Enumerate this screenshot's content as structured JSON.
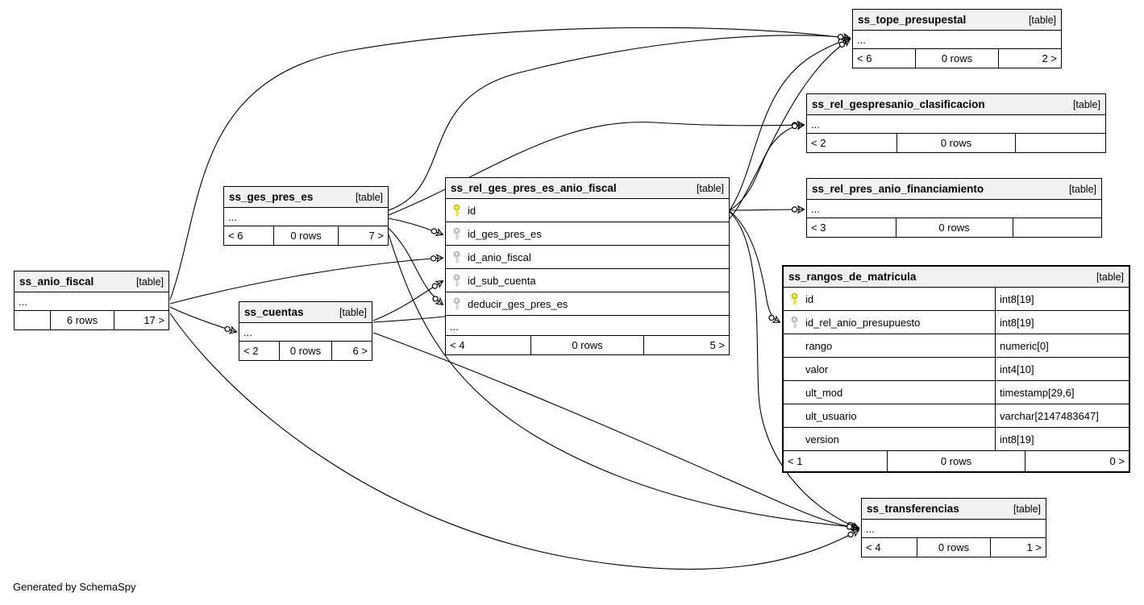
{
  "app": {
    "footer_note": "Generated by SchemaSpy"
  },
  "colors": {
    "line": "#000000",
    "primary_key_fill": "#e8e800",
    "foreign_key_fill": "#cccccc",
    "table_header_bg": "#f1f1f1"
  },
  "icons": {
    "primary_key": "yellow-key-icon",
    "foreign_key": "gray-key-icon",
    "relationship_end": "circle-arrow-connector"
  },
  "tables": {
    "tope": {
      "name": "ss_tope_presupestal",
      "tag": "[table]",
      "ellipsis": "...",
      "stats": {
        "parents": "< 6",
        "rows": "0 rows",
        "children": "2 >"
      }
    },
    "clasif": {
      "name": "ss_rel_gespresanio_clasificacion",
      "tag": "[table]",
      "ellipsis": "...",
      "stats": {
        "parents": "< 2",
        "rows": "0 rows",
        "children": ""
      }
    },
    "financ": {
      "name": "ss_rel_pres_anio_financiamiento",
      "tag": "[table]",
      "ellipsis": "...",
      "stats": {
        "parents": "< 3",
        "rows": "0 rows",
        "children": ""
      }
    },
    "rangos": {
      "name": "ss_rangos_de_matricula",
      "tag": "[table]",
      "columns": [
        {
          "name": "id",
          "type": "int8[19]",
          "key": "primary"
        },
        {
          "name": "id_rel_anio_presupuesto",
          "type": "int8[19]",
          "key": "foreign"
        },
        {
          "name": "rango",
          "type": "numeric[0]",
          "key": "none"
        },
        {
          "name": "valor",
          "type": "int4[10]",
          "key": "none"
        },
        {
          "name": "ult_mod",
          "type": "timestamp[29,6]",
          "key": "none"
        },
        {
          "name": "ult_usuario",
          "type": "varchar[2147483647]",
          "key": "none"
        },
        {
          "name": "version",
          "type": "int8[19]",
          "key": "none"
        }
      ],
      "stats": {
        "parents": "< 1",
        "rows": "0 rows",
        "children": "0 >"
      }
    },
    "rel": {
      "name": "ss_rel_ges_pres_es_anio_fiscal",
      "tag": "[table]",
      "ellipsis": "...",
      "columns": [
        {
          "name": "id",
          "key": "primary"
        },
        {
          "name": "id_ges_pres_es",
          "key": "foreign"
        },
        {
          "name": "id_anio_fiscal",
          "key": "foreign"
        },
        {
          "name": "id_sub_cuenta",
          "key": "foreign"
        },
        {
          "name": "deducir_ges_pres_es",
          "key": "foreign"
        }
      ],
      "stats": {
        "parents": "< 4",
        "rows": "0 rows",
        "children": "5 >"
      }
    },
    "ges": {
      "name": "ss_ges_pres_es",
      "tag": "[table]",
      "ellipsis": "...",
      "stats": {
        "parents": "< 6",
        "rows": "0 rows",
        "children": "7 >"
      }
    },
    "anio": {
      "name": "ss_anio_fiscal",
      "tag": "[table]",
      "ellipsis": "...",
      "stats": {
        "parents": "",
        "rows": "6 rows",
        "children": "17 >"
      }
    },
    "cuentas": {
      "name": "ss_cuentas",
      "tag": "[table]",
      "ellipsis": "...",
      "stats": {
        "parents": "< 2",
        "rows": "0 rows",
        "children": "6 >"
      }
    },
    "transf": {
      "name": "ss_transferencias",
      "tag": "[table]",
      "ellipsis": "...",
      "stats": {
        "parents": "< 4",
        "rows": "0 rows",
        "children": "1 >"
      }
    }
  }
}
